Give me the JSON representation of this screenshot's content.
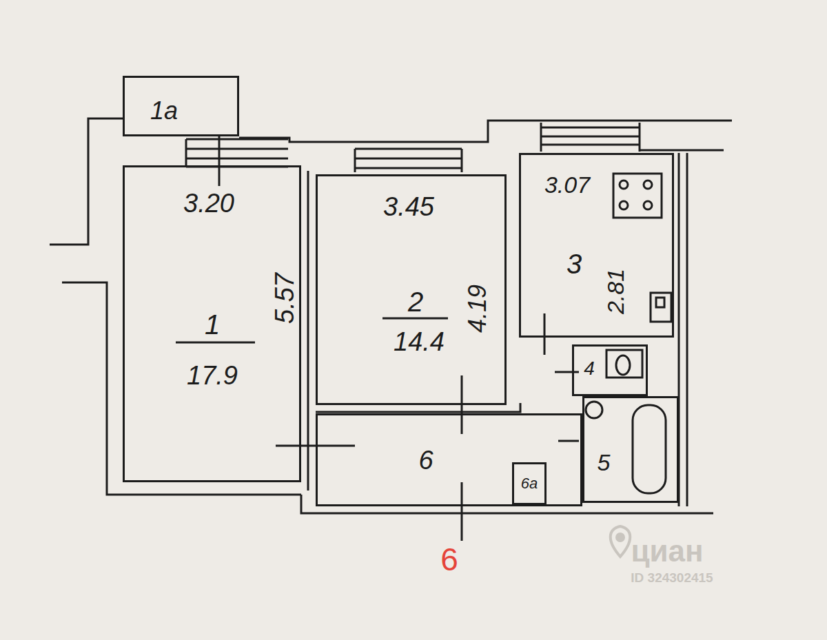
{
  "diagram": {
    "nodes": [
      {
        "text": [
          "1a"
        ]
      },
      {
        "text": [
          "3.20",
          "1",
          "17.9",
          "5.57"
        ]
      },
      {
        "text": [
          "3.45",
          "2",
          "14.4",
          "4.19"
        ]
      },
      {
        "text": [
          "3.07",
          "3",
          "2.81"
        ]
      },
      {
        "text": [
          "4"
        ]
      },
      {
        "text": [
          "5"
        ]
      },
      {
        "text": [
          "6"
        ]
      },
      {
        "text": [
          "6a"
        ],
        "in": 6
      }
    ],
    "labels": [
      "6",
      "циан",
      "ID 324302415"
    ]
  }
}
